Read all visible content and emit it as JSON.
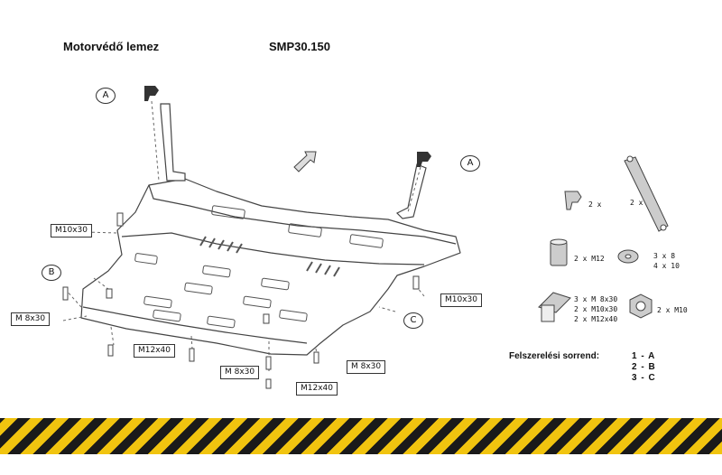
{
  "header": {
    "title": "Motorvédő lemez",
    "code": "SMP30.150"
  },
  "callouts": {
    "a_top": "A",
    "a_right": "A",
    "b": "B",
    "c": "C"
  },
  "labels": {
    "m10x30_left": "M10x30",
    "m10x30_right": "M10x30",
    "m8x30_left": "M 8x30",
    "m12x40_a": "M12x40",
    "m8x30_mid": "M 8x30",
    "m8x30_right": "M 8x30",
    "m12x40_b": "M12x40"
  },
  "parts": {
    "clip_qty": "2 x",
    "bracket_qty": "2 x",
    "nut_qty": "2 x M12",
    "washer_qty_1": "3 x  8",
    "washer_qty_2": "4 x 10",
    "bolt_qty_1": "3 x M 8x30",
    "bolt_qty_2": "2 x M10x30",
    "bolt_qty_3": "2 x M12x40",
    "hexnut_qty": "2 x M10"
  },
  "sequence": {
    "title": "Felszerelési sorrend:",
    "steps": [
      "1 - A",
      "2 - B",
      "3 - C"
    ]
  },
  "colors": {
    "hazard_yellow": "#f1c40f",
    "hazard_black": "#1a1a1a",
    "line": "#444444"
  }
}
